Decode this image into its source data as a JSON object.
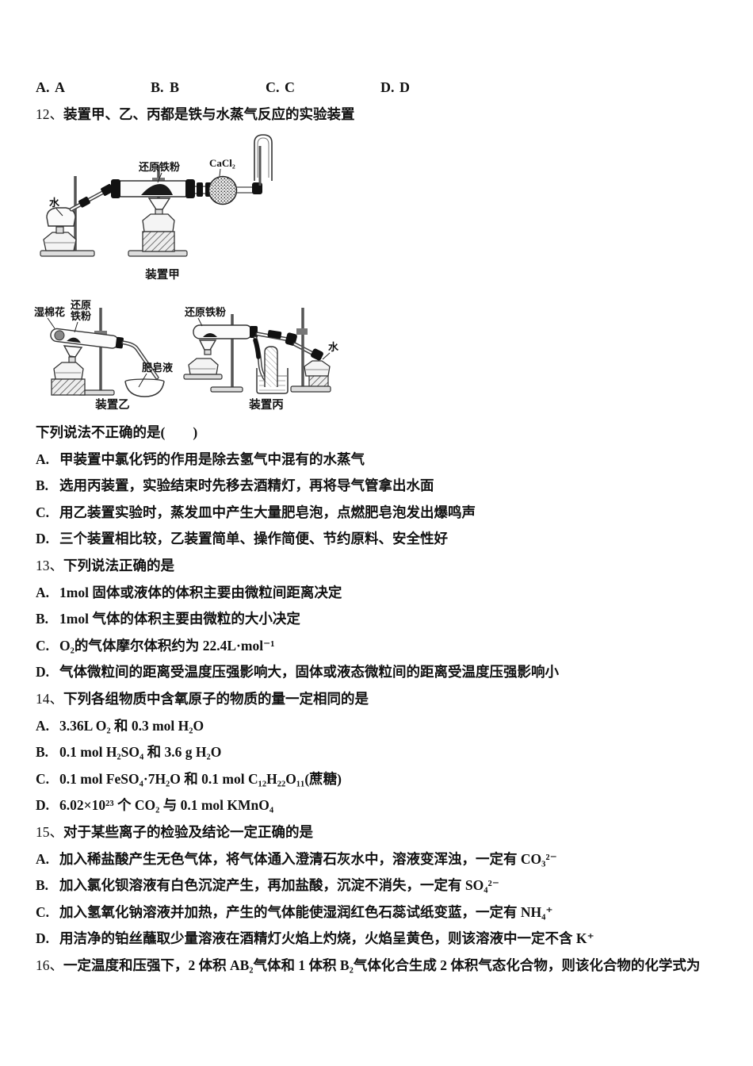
{
  "page": {
    "background": "#ffffff",
    "text_color": "#111111"
  },
  "answer_row": {
    "items": [
      {
        "label": "A.",
        "text": "A"
      },
      {
        "label": "B.",
        "text": "B"
      },
      {
        "label": "C.",
        "text": "C"
      },
      {
        "label": "D.",
        "text": "D"
      }
    ]
  },
  "q12": {
    "number": "12、",
    "stem": "装置甲、乙、丙都是铁与水蒸气反应的实验装置",
    "question": "下列说法不正确的是(　　)",
    "options": [
      {
        "label": "A.",
        "text": "甲装置中氯化钙的作用是除去氢气中混有的水蒸气"
      },
      {
        "label": "B.",
        "text": "选用丙装置，实验结束时先移去酒精灯，再将导气管拿出水面"
      },
      {
        "label": "C.",
        "text": "用乙装置实验时，蒸发皿中产生大量肥皂泡，点燃肥皂泡发出爆鸣声"
      },
      {
        "label": "D.",
        "text": "三个装置相比较，乙装置简单、操作简便、节约原料、安全性好"
      }
    ],
    "diagram_jia": {
      "caption": "装置甲",
      "label_water": "水",
      "label_iron_powder": "还原铁粉",
      "label_cacl2": "CaCl₂"
    },
    "diagram_yi": {
      "caption": "装置乙",
      "label_wet_cotton": "湿棉花",
      "label_iron_line1": "还原",
      "label_iron_line2": "铁粉",
      "label_soap": "肥皂液"
    },
    "diagram_bing": {
      "caption": "装置丙",
      "label_iron_powder": "还原铁粉",
      "label_water": "水"
    }
  },
  "q13": {
    "number": "13、",
    "stem": "下列说法正确的是",
    "options": [
      {
        "label": "A.",
        "text": "1mol 固体或液体的体积主要由微粒间距离决定"
      },
      {
        "label": "B.",
        "text": "1mol 气体的体积主要由微粒的大小决定"
      },
      {
        "label": "C.",
        "text": "O₂的气体摩尔体积约为 22.4L·mol⁻¹"
      },
      {
        "label": "D.",
        "text": "气体微粒间的距离受温度压强影响大，固体或液态微粒间的距离受温度压强影响小"
      }
    ]
  },
  "q14": {
    "number": "14、",
    "stem": "下列各组物质中含氧原子的物质的量一定相同的是",
    "options": [
      {
        "label": "A.",
        "text": "3.36L O₂ 和 0.3 mol H₂O"
      },
      {
        "label": "B.",
        "text": "0.1 mol H₂SO₄ 和 3.6 g H₂O"
      },
      {
        "label": "C.",
        "text": "0.1 mol FeSO₄·7H₂O 和 0.1 mol C₁₂H₂₂O₁₁(蔗糖)"
      },
      {
        "label": "D.",
        "text": "6.02×10²³ 个 CO₂ 与 0.1 mol KMnO₄"
      }
    ]
  },
  "q15": {
    "number": "15、",
    "stem": "对于某些离子的检验及结论一定正确的是",
    "options": [
      {
        "label": "A.",
        "text": "加入稀盐酸产生无色气体，将气体通入澄清石灰水中，溶液变浑浊，一定有 CO₃²⁻"
      },
      {
        "label": "B.",
        "text": "加入氯化钡溶液有白色沉淀产生，再加盐酸，沉淀不消失，一定有 SO₄²⁻"
      },
      {
        "label": "C.",
        "text": "加入氢氧化钠溶液并加热，产生的气体能使湿润红色石蕊试纸变蓝，一定有 NH₄⁺"
      },
      {
        "label": "D.",
        "text": "用洁净的铂丝蘸取少量溶液在酒精灯火焰上灼烧，火焰呈黄色，则该溶液中一定不含 K⁺"
      }
    ]
  },
  "q16": {
    "number": "16、",
    "stem": "一定温度和压强下，2 体积 AB₂气体和 1 体积 B₂气体化合生成 2 体积气态化合物，则该化合物的化学式为"
  }
}
